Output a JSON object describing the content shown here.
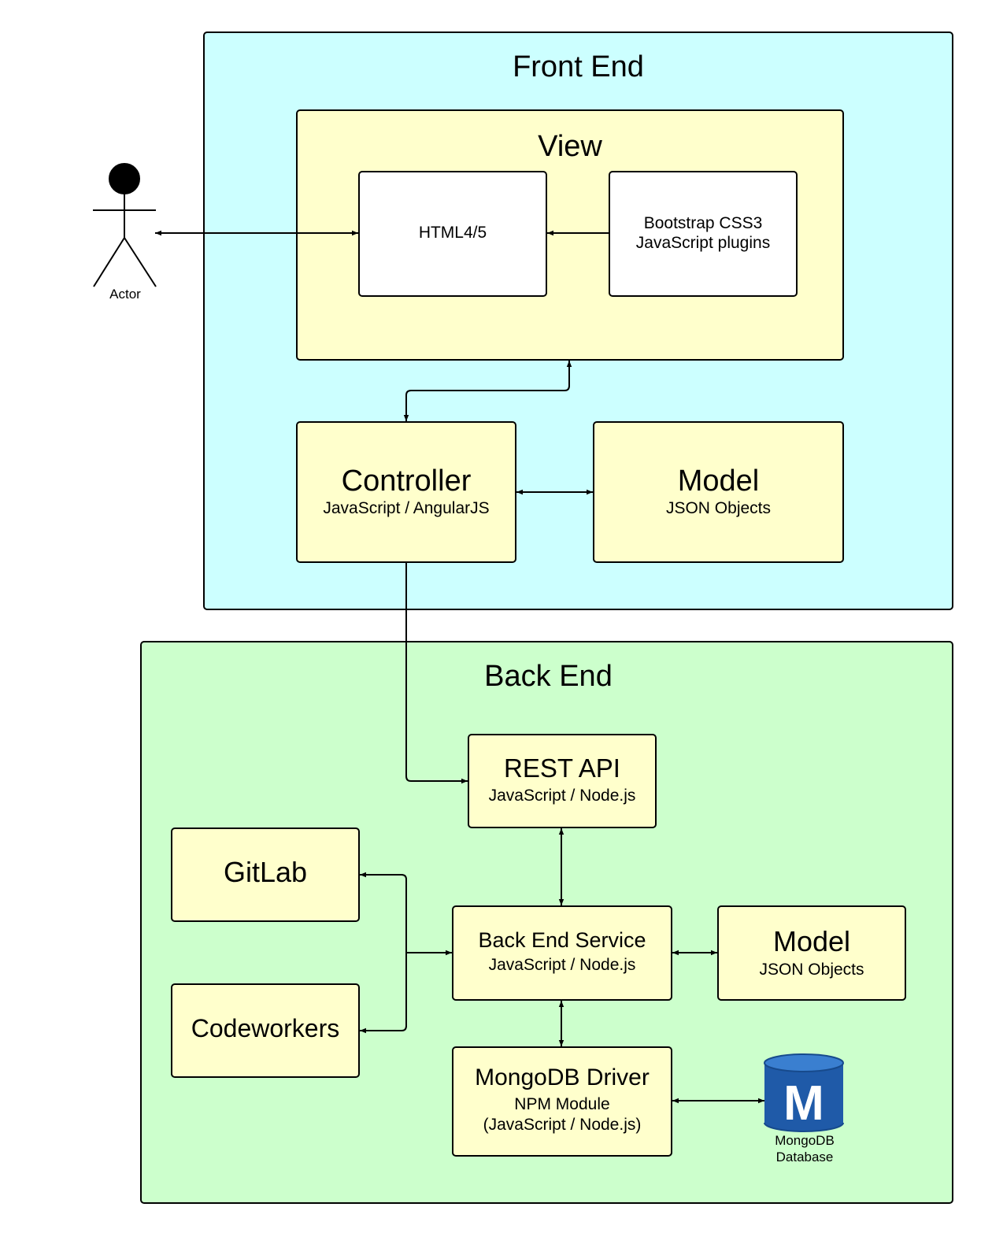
{
  "front_end": {
    "title": "Front End",
    "view": {
      "title": "View",
      "html_box": {
        "label": "HTML4/5"
      },
      "bootstrap_box": {
        "line1": "Bootstrap CSS3",
        "line2": "JavaScript plugins"
      }
    },
    "controller": {
      "title": "Controller",
      "subtitle": "JavaScript / AngularJS"
    },
    "model": {
      "title": "Model",
      "subtitle": "JSON Objects"
    }
  },
  "actor": {
    "label": "Actor"
  },
  "back_end": {
    "title": "Back End",
    "rest_api": {
      "title": "REST API",
      "subtitle": "JavaScript / Node.js"
    },
    "gitlab": {
      "title": "GitLab"
    },
    "codeworkers": {
      "title": "Codeworkers"
    },
    "service": {
      "title": "Back End Service",
      "subtitle": "JavaScript / Node.js"
    },
    "model": {
      "title": "Model",
      "subtitle": "JSON Objects"
    },
    "mongo_driver": {
      "title": "MongoDB Driver",
      "line2": "NPM Module",
      "line3": "(JavaScript / Node.js)"
    },
    "database": {
      "icon_letter": "M",
      "line1": "MongoDB",
      "line2": "Database"
    }
  },
  "colors": {
    "front_end_bg": "#ccffff",
    "back_end_bg": "#ccffcc",
    "component_bg": "#ffffcc",
    "db_blue": "#1f5aa8"
  }
}
